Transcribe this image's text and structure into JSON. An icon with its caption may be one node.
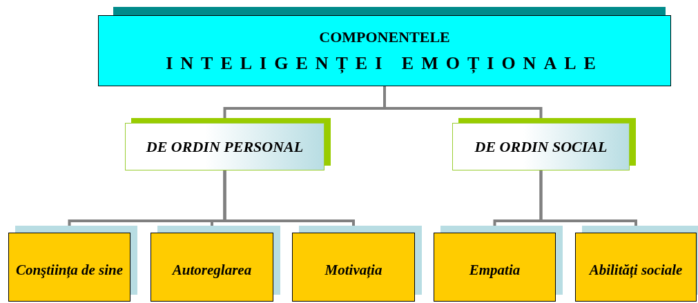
{
  "diagram": {
    "nodes": [
      {
        "text": [
          "COMPONENTELE",
          "INTELIGENȚEI EMOȚIONALE"
        ]
      },
      {
        "text": [
          "DE ORDIN PERSONAL"
        ]
      },
      {
        "text": [
          "DE ORDIN SOCIAL"
        ]
      },
      {
        "text": [
          "Conştiința de sine"
        ]
      },
      {
        "text": [
          "Autoreglarea"
        ]
      },
      {
        "text": [
          "Motivația"
        ]
      },
      {
        "text": [
          "Empatia"
        ]
      },
      {
        "text": [
          "Abilități sociale"
        ]
      }
    ],
    "edges": [
      {
        "from": 0,
        "to": 1,
        "arrow": "none"
      },
      {
        "from": 0,
        "to": 2,
        "arrow": "none"
      },
      {
        "from": 1,
        "to": 3,
        "arrow": "none"
      },
      {
        "from": 1,
        "to": 4,
        "arrow": "none"
      },
      {
        "from": 1,
        "to": 5,
        "arrow": "none"
      },
      {
        "from": 2,
        "to": 6,
        "arrow": "none"
      },
      {
        "from": 2,
        "to": 7,
        "arrow": "none"
      }
    ]
  }
}
